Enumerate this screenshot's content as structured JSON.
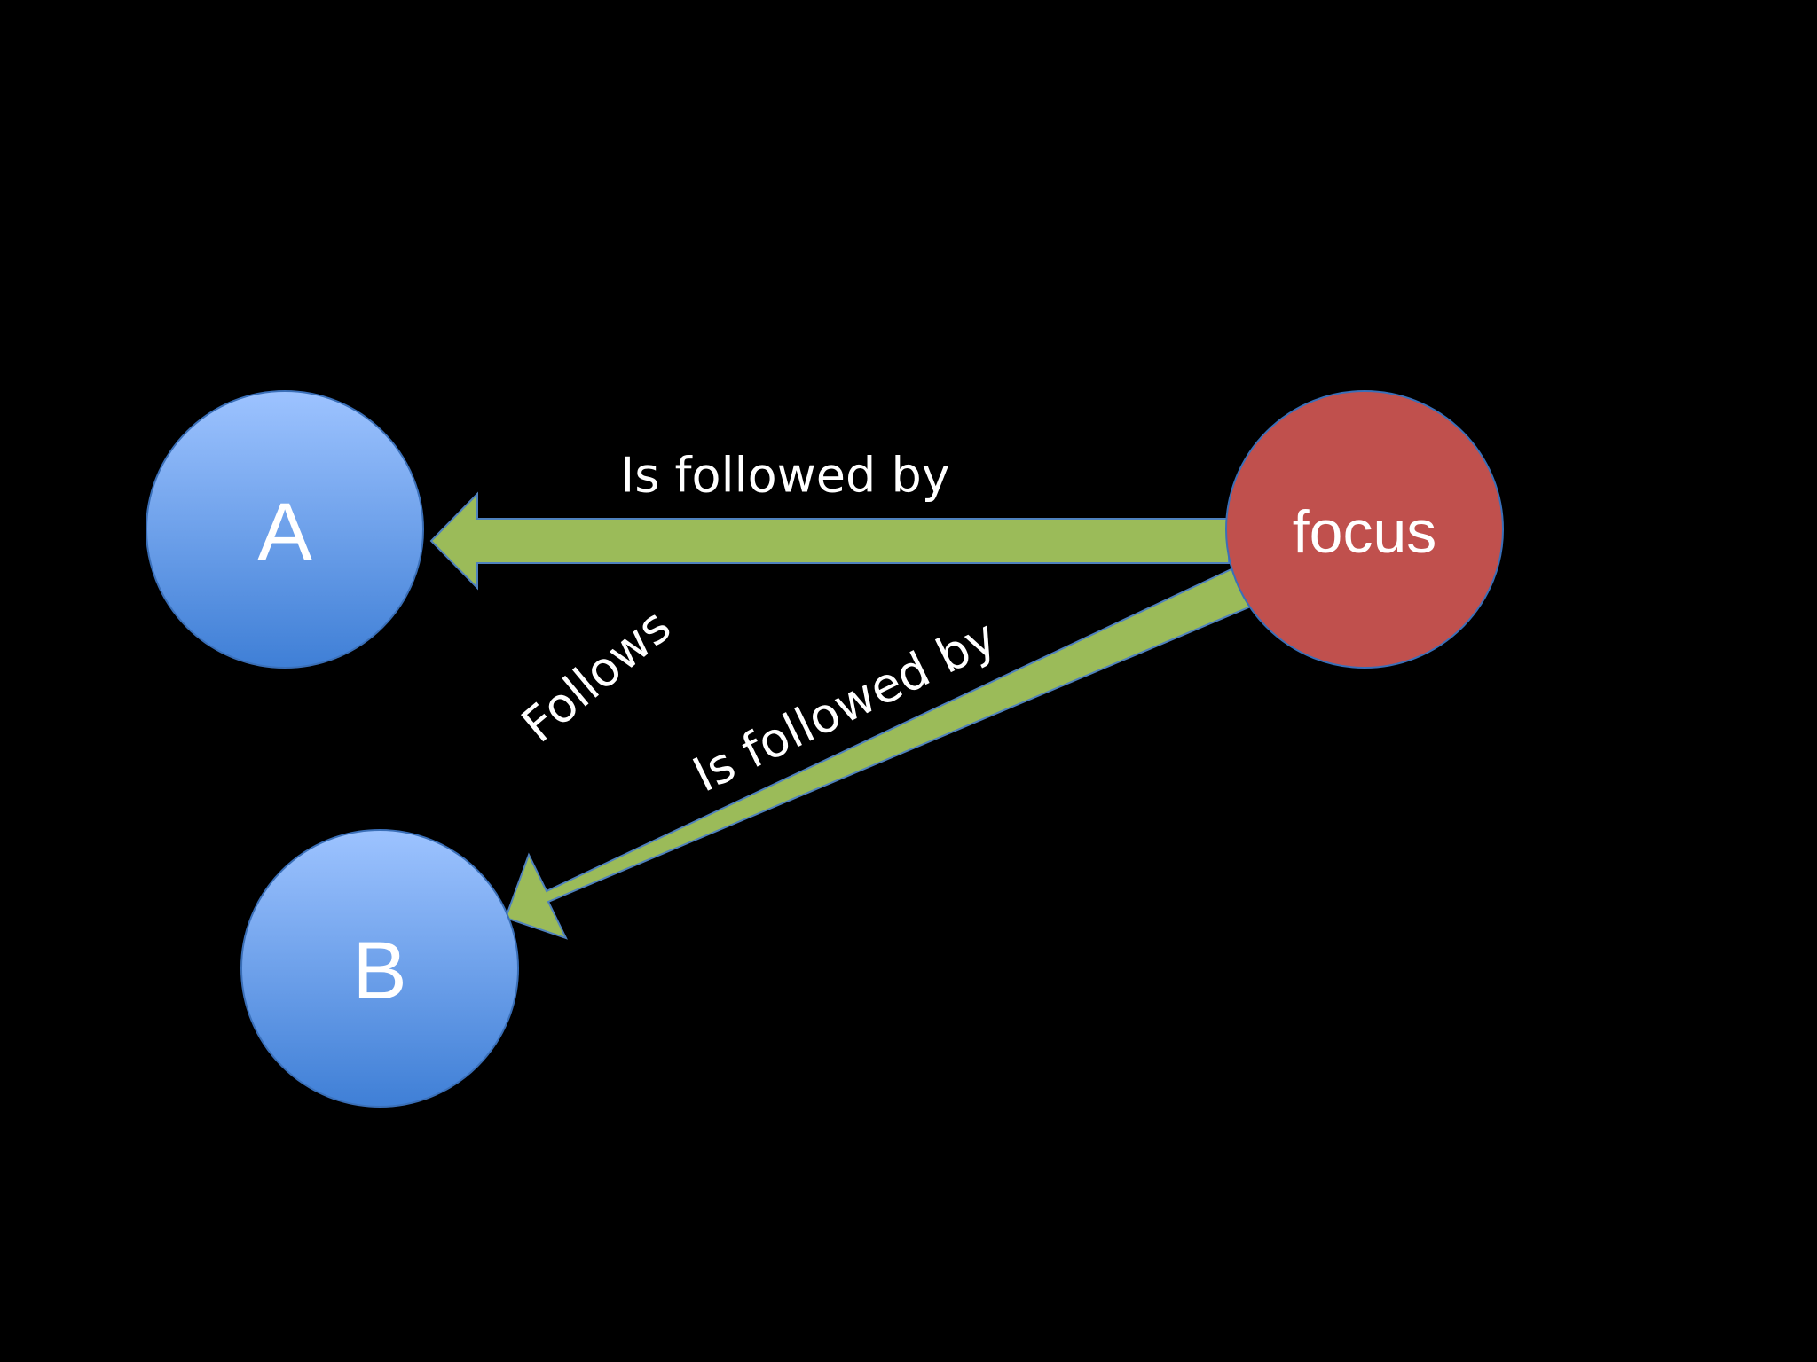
{
  "diagram": {
    "nodes": {
      "a": {
        "label": "A"
      },
      "b": {
        "label": "B"
      },
      "focus": {
        "label": "focus"
      }
    },
    "edges": {
      "focus_to_a": {
        "label": "Is followed by"
      },
      "focus_to_b": {
        "label": "Is followed by"
      },
      "b_to_a": {
        "label": "Follows"
      }
    }
  },
  "colors": {
    "background": "#000000",
    "node_blue_top": "#9DC3FF",
    "node_blue_bottom": "#3F7FD6",
    "node_blue_stroke": "#3A6FB8",
    "node_focus": "#C0504D",
    "node_focus_stroke": "#3A6FB8",
    "arrow_fill": "#9BBB59",
    "arrow_stroke": "#4F81BD",
    "text": "#FFFFFF"
  }
}
